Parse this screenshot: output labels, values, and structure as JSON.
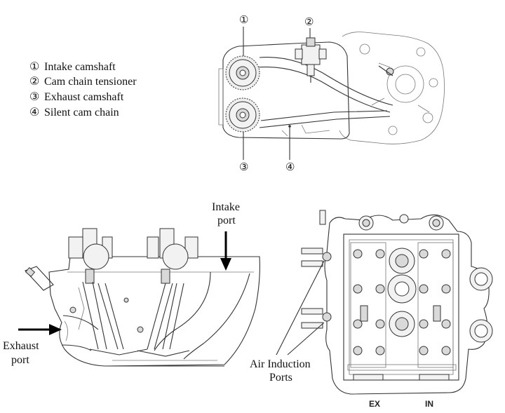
{
  "legend": {
    "items": [
      {
        "marker": "①",
        "label": "Intake camshaft"
      },
      {
        "marker": "②",
        "label": "Cam chain tensioner"
      },
      {
        "marker": "③",
        "label": "Exhaust camshaft"
      },
      {
        "marker": "④",
        "label": "Silent cam chain"
      }
    ]
  },
  "callouts": {
    "c1": "①",
    "c2": "②",
    "c3": "③",
    "c4": "④"
  },
  "cross_section": {
    "intake_port_line1": "Intake",
    "intake_port_line2": "port",
    "exhaust_port_line1": "Exhaust",
    "exhaust_port_line2": "port"
  },
  "top_view": {
    "air_induction_line1": "Air Induction",
    "air_induction_line2": "Ports",
    "ex_label": "EX",
    "in_label": "IN"
  }
}
